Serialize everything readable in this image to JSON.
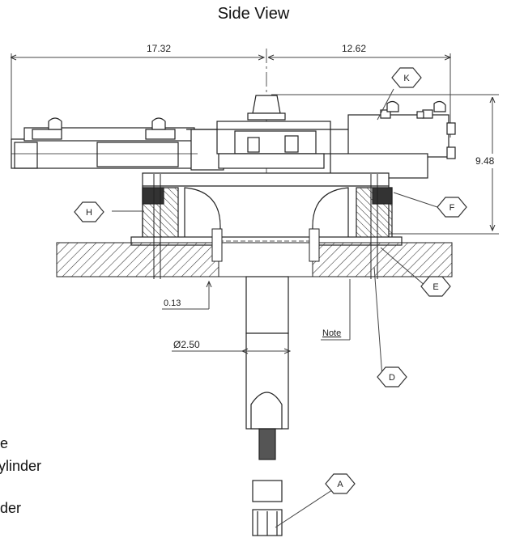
{
  "title": "Side View",
  "dimensions": {
    "width_left": "17.32",
    "width_right": "12.62",
    "height_right": "9.48",
    "offset": "0.13",
    "diameter": "Ø2.50"
  },
  "note_label": "Note",
  "callouts": {
    "a": "A",
    "d": "D",
    "e": "E",
    "f": "F",
    "h": "H",
    "k": "K"
  },
  "left_text": {
    "line1": "e",
    "line2": "ylinder",
    "line3": "der"
  }
}
